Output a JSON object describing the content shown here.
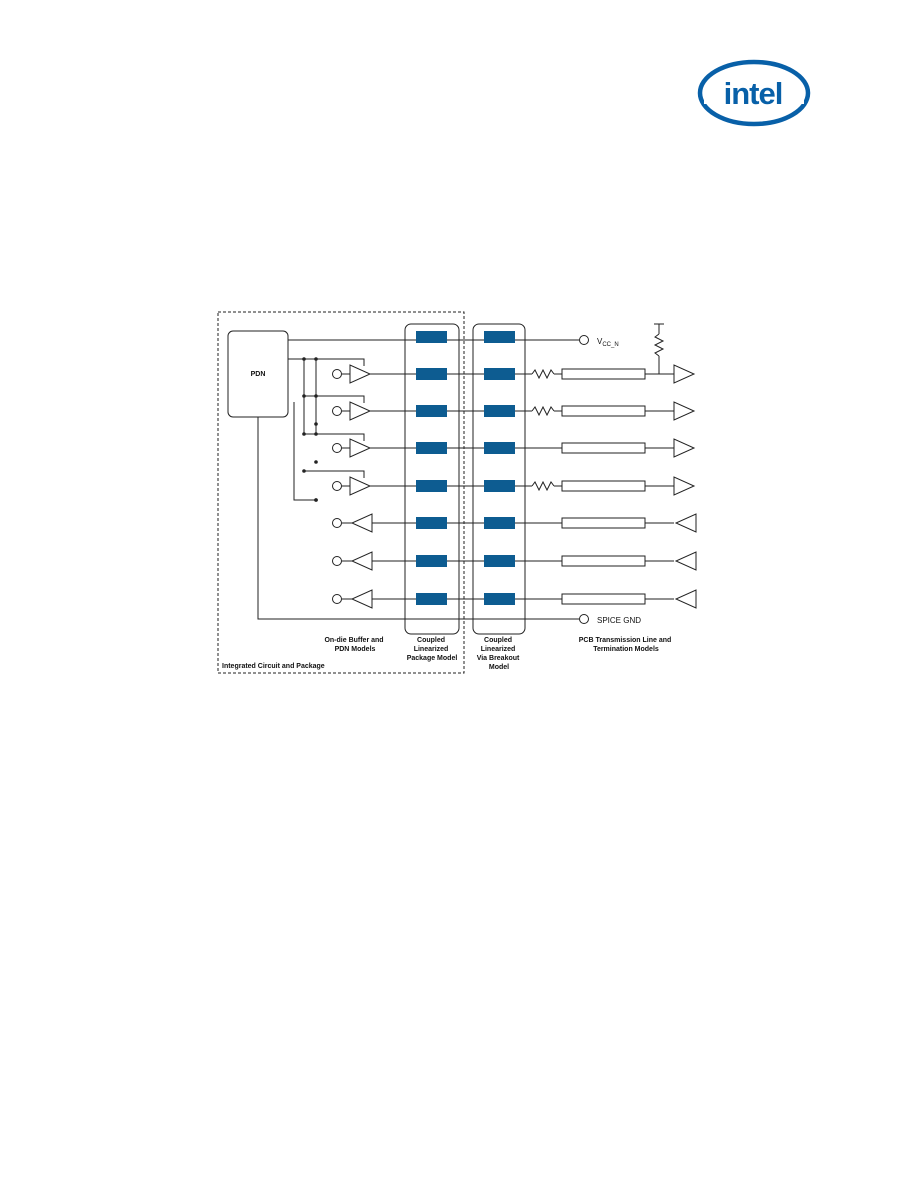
{
  "logo": {
    "text": "intel",
    "color": "#0860a8"
  },
  "diagram": {
    "colors": {
      "model_block": "#0d5c91",
      "line": "#222222"
    },
    "pdn_label": "PDN",
    "vcc_label": {
      "main": "V",
      "sub": "CC_N"
    },
    "spice_gnd_label": "SPICE GND",
    "column_labels": {
      "buffer": [
        "On-die Buffer and",
        "PDN Models"
      ],
      "package": [
        "Coupled",
        "Linearized",
        "Package Model"
      ],
      "via": [
        "Coupled",
        "Linearized",
        "Via Breakout",
        "Model"
      ],
      "pcb": [
        "PCB Transmission Line and",
        "Termination Models"
      ]
    },
    "ic_package_label": "Integrated Circuit and Package"
  }
}
